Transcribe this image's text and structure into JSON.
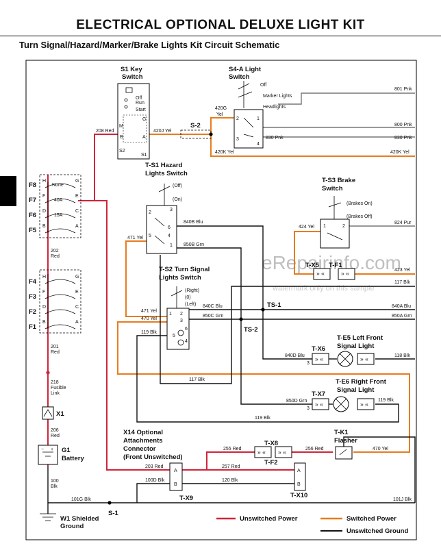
{
  "title": "ELECTRICAL   OPTIONAL DELUXE LIGHT KIT",
  "subtitle": "Turn Signal/Hazard/Marker/Brake Lights Kit Circuit Schematic",
  "watermark": {
    "main": "eRepairinfo.com",
    "sub": "watermark only on this sample"
  },
  "colors": {
    "unswitched_power": "#d0243a",
    "switched_power": "#e87b1e",
    "ground": "#111111",
    "other": "#777777"
  },
  "components": {
    "s1": {
      "title1": "S1 Key",
      "title2": "Switch",
      "off": "Off",
      "run": "Run",
      "start": "Start",
      "pins": [
        "G",
        "M",
        "B",
        "A",
        "S2",
        "S1"
      ]
    },
    "s4a": {
      "title1": "S4-A Light",
      "title2": "Switch",
      "off": "Off",
      "marker": "Marker Lights",
      "headlights": "Headlights",
      "pins": [
        "2",
        "1",
        "3",
        "4"
      ]
    },
    "ts1": {
      "title1": "T-S1 Hazard",
      "title2": "Lights Switch",
      "off": "(Off)",
      "on": "(On)",
      "pins": [
        "3",
        "2",
        "6",
        "5",
        "4",
        "1"
      ]
    },
    "ts2": {
      "title1": "T-S2 Turn Signal",
      "title2": "Lights Switch",
      "right": "(Right)",
      "zero": "(0)",
      "left": "(Left)",
      "pins": [
        "1",
        "2",
        "3",
        "5",
        "6",
        "4"
      ]
    },
    "ts3": {
      "title1": "T-S3 Brake",
      "title2": "Switch",
      "on": "(Brakes On)",
      "off": "(Brakes Off)",
      "pins": [
        "1",
        "2"
      ]
    },
    "te5": {
      "title1": "T-E5 Left Front",
      "title2": "Signal Light"
    },
    "te6": {
      "title1": "T-E6 Right Front",
      "title2": "Signal Light"
    },
    "tk1": {
      "title1": "T-K1",
      "title2": "Flasher"
    },
    "x14": {
      "title1": "X14 Optional",
      "title2": "Attachments",
      "title3": "Connector",
      "title4": "(Front Unswitched)"
    },
    "g1": {
      "title1": "G1",
      "title2": "Battery"
    },
    "w1": {
      "title1": "W1 Shielded",
      "title2": "Ground"
    },
    "fuses": {
      "upper": [
        "F8",
        "F7",
        "F6",
        "F5"
      ],
      "lower": [
        "F4",
        "F3",
        "F2",
        "F1"
      ],
      "upper_letters": [
        "H",
        "G",
        "F",
        "E",
        "D",
        "C",
        "B",
        "A"
      ],
      "none": "None",
      "f40": "40A",
      "f15": "15A"
    }
  },
  "connectors": {
    "s2": "S-2",
    "s1": "S-1",
    "x1": "X1",
    "ts1": "TS-1",
    "ts2": "TS-2",
    "tx5": "T-X5",
    "tf1": "T-F1",
    "tx6": "T-X6",
    "tx7": "T-X7",
    "tx8": "T-X8",
    "tf2": "T-F2",
    "tx9": "T-X9",
    "tx10": "T-X10",
    "tx9_a": "A",
    "tx9_b": "B"
  },
  "wires": {
    "w801": "801 Pnk",
    "w800": "800 Pnk",
    "w830a": "830 Pnk",
    "w830b": "830 Pnk",
    "w420k": "420K Yel",
    "w420g_1": "420G",
    "w420g_2": "Yel",
    "w420j": "420J Yel",
    "w208": "208 Red",
    "w840b": "840B Blu",
    "w850b": "850B Grn",
    "w471a": "471 Yel",
    "w424": "424 Yel",
    "w824": "824 Pur",
    "w423": "423 Yel",
    "w117a": "117 Blk",
    "w471b": "471 Yel",
    "w470a": "470 Yel",
    "w840c": "840C Blu",
    "w850c": "850C Grn",
    "w840a": "840A Blu",
    "w850a": "850A Grn",
    "w119a": "119 Blk",
    "w840d": "840D Blu",
    "w118": "118 Blk",
    "w202_1": "202",
    "w202_2": "Red",
    "w201_1": "201",
    "w201_2": "Red",
    "w117b": "117 Blk",
    "w850d": "850D Grn",
    "w119b": "119 Blk",
    "w119c": "119 Blk",
    "w218_1": "218",
    "w218_2": "Fusible",
    "w218_3": "Link",
    "w206_1": "206",
    "w206_2": "Red",
    "w100_1": "100",
    "w100_2": "Blk",
    "w255": "255 Red",
    "w256": "256 Red",
    "w470b": "470 Yel",
    "w203": "203 Red",
    "w257": "257 Red",
    "w100d": "100D Blk",
    "w120": "120 Blk",
    "w101g": "101G Blk",
    "w101j": "101J Blk",
    "pin3a": "3",
    "pin3b": "3"
  },
  "legend": {
    "unswitched_power": "Unswitched Power",
    "switched_power": "Switched Power",
    "unswitched_ground": "Unswitched Ground"
  }
}
